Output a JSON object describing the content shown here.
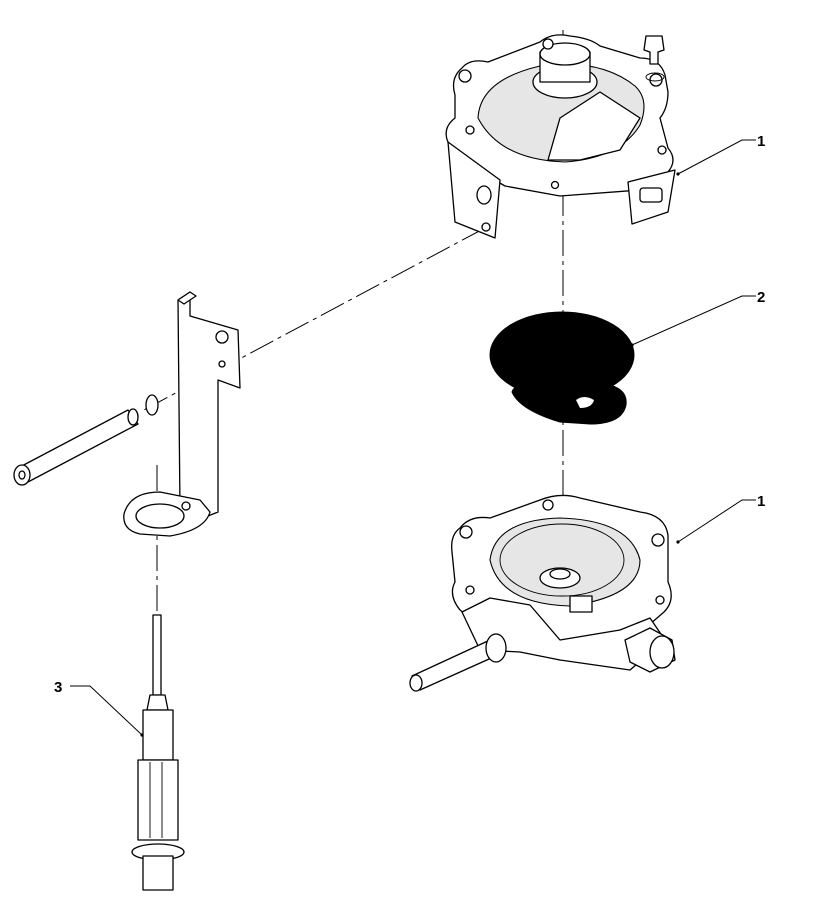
{
  "callouts": [
    {
      "id": "upper-housing",
      "label": "1"
    },
    {
      "id": "diaphragm",
      "label": "2"
    },
    {
      "id": "lower-housing",
      "label": "1"
    },
    {
      "id": "electrode",
      "label": "3"
    }
  ]
}
